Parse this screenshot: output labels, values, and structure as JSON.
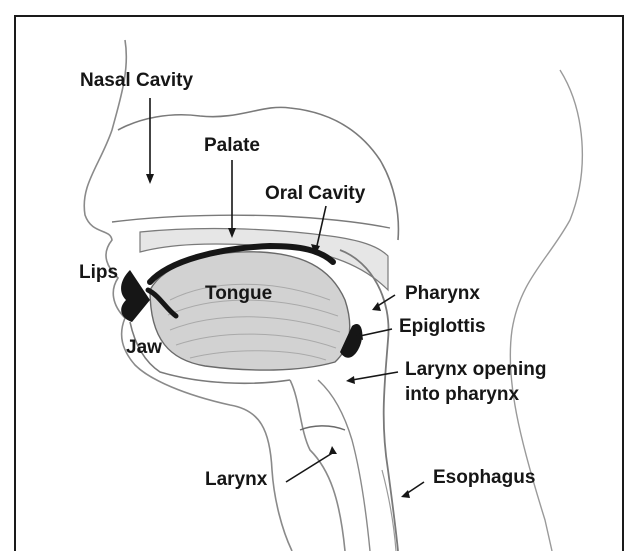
{
  "labels": {
    "nasal_cavity": "Nasal Cavity",
    "palate": "Palate",
    "oral_cavity": "Oral Cavity",
    "lips": "Lips",
    "tongue": "Tongue",
    "jaw": "Jaw",
    "pharynx": "Pharynx",
    "epiglottis": "Epiglottis",
    "larynx_opening_line1": "Larynx opening",
    "larynx_opening_line2": "into pharynx",
    "larynx": "Larynx",
    "esophagus": "Esophagus"
  },
  "colors": {
    "ink": "#161616",
    "sketch": "#8a8a8a",
    "shade": "#d9d9d9",
    "cavity_fill": "#efefef",
    "tongue_fill": "#cfcfcf"
  }
}
